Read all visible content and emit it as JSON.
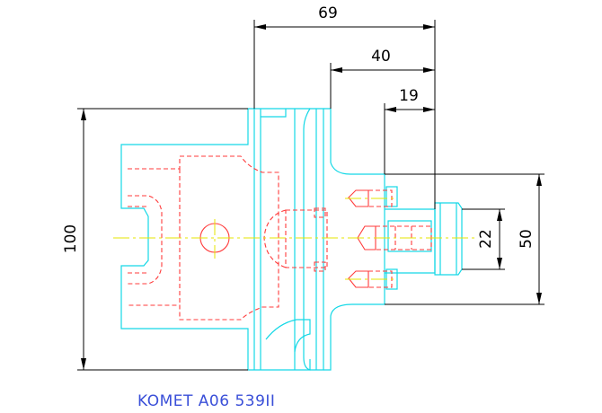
{
  "caption": "KOMET A06 539II",
  "dimensions": {
    "overall_length": "69",
    "flange_to_end": "40",
    "shank_length": "19",
    "overall_diameter": "100",
    "shank_diameter": "22",
    "body_diameter": "50"
  },
  "colors": {
    "outline": "#14d8e6",
    "hidden_lines": "#ff3b3b",
    "center_lines": "#e6e600",
    "dimensions": "#000000",
    "caption": "#3a4fd8"
  }
}
